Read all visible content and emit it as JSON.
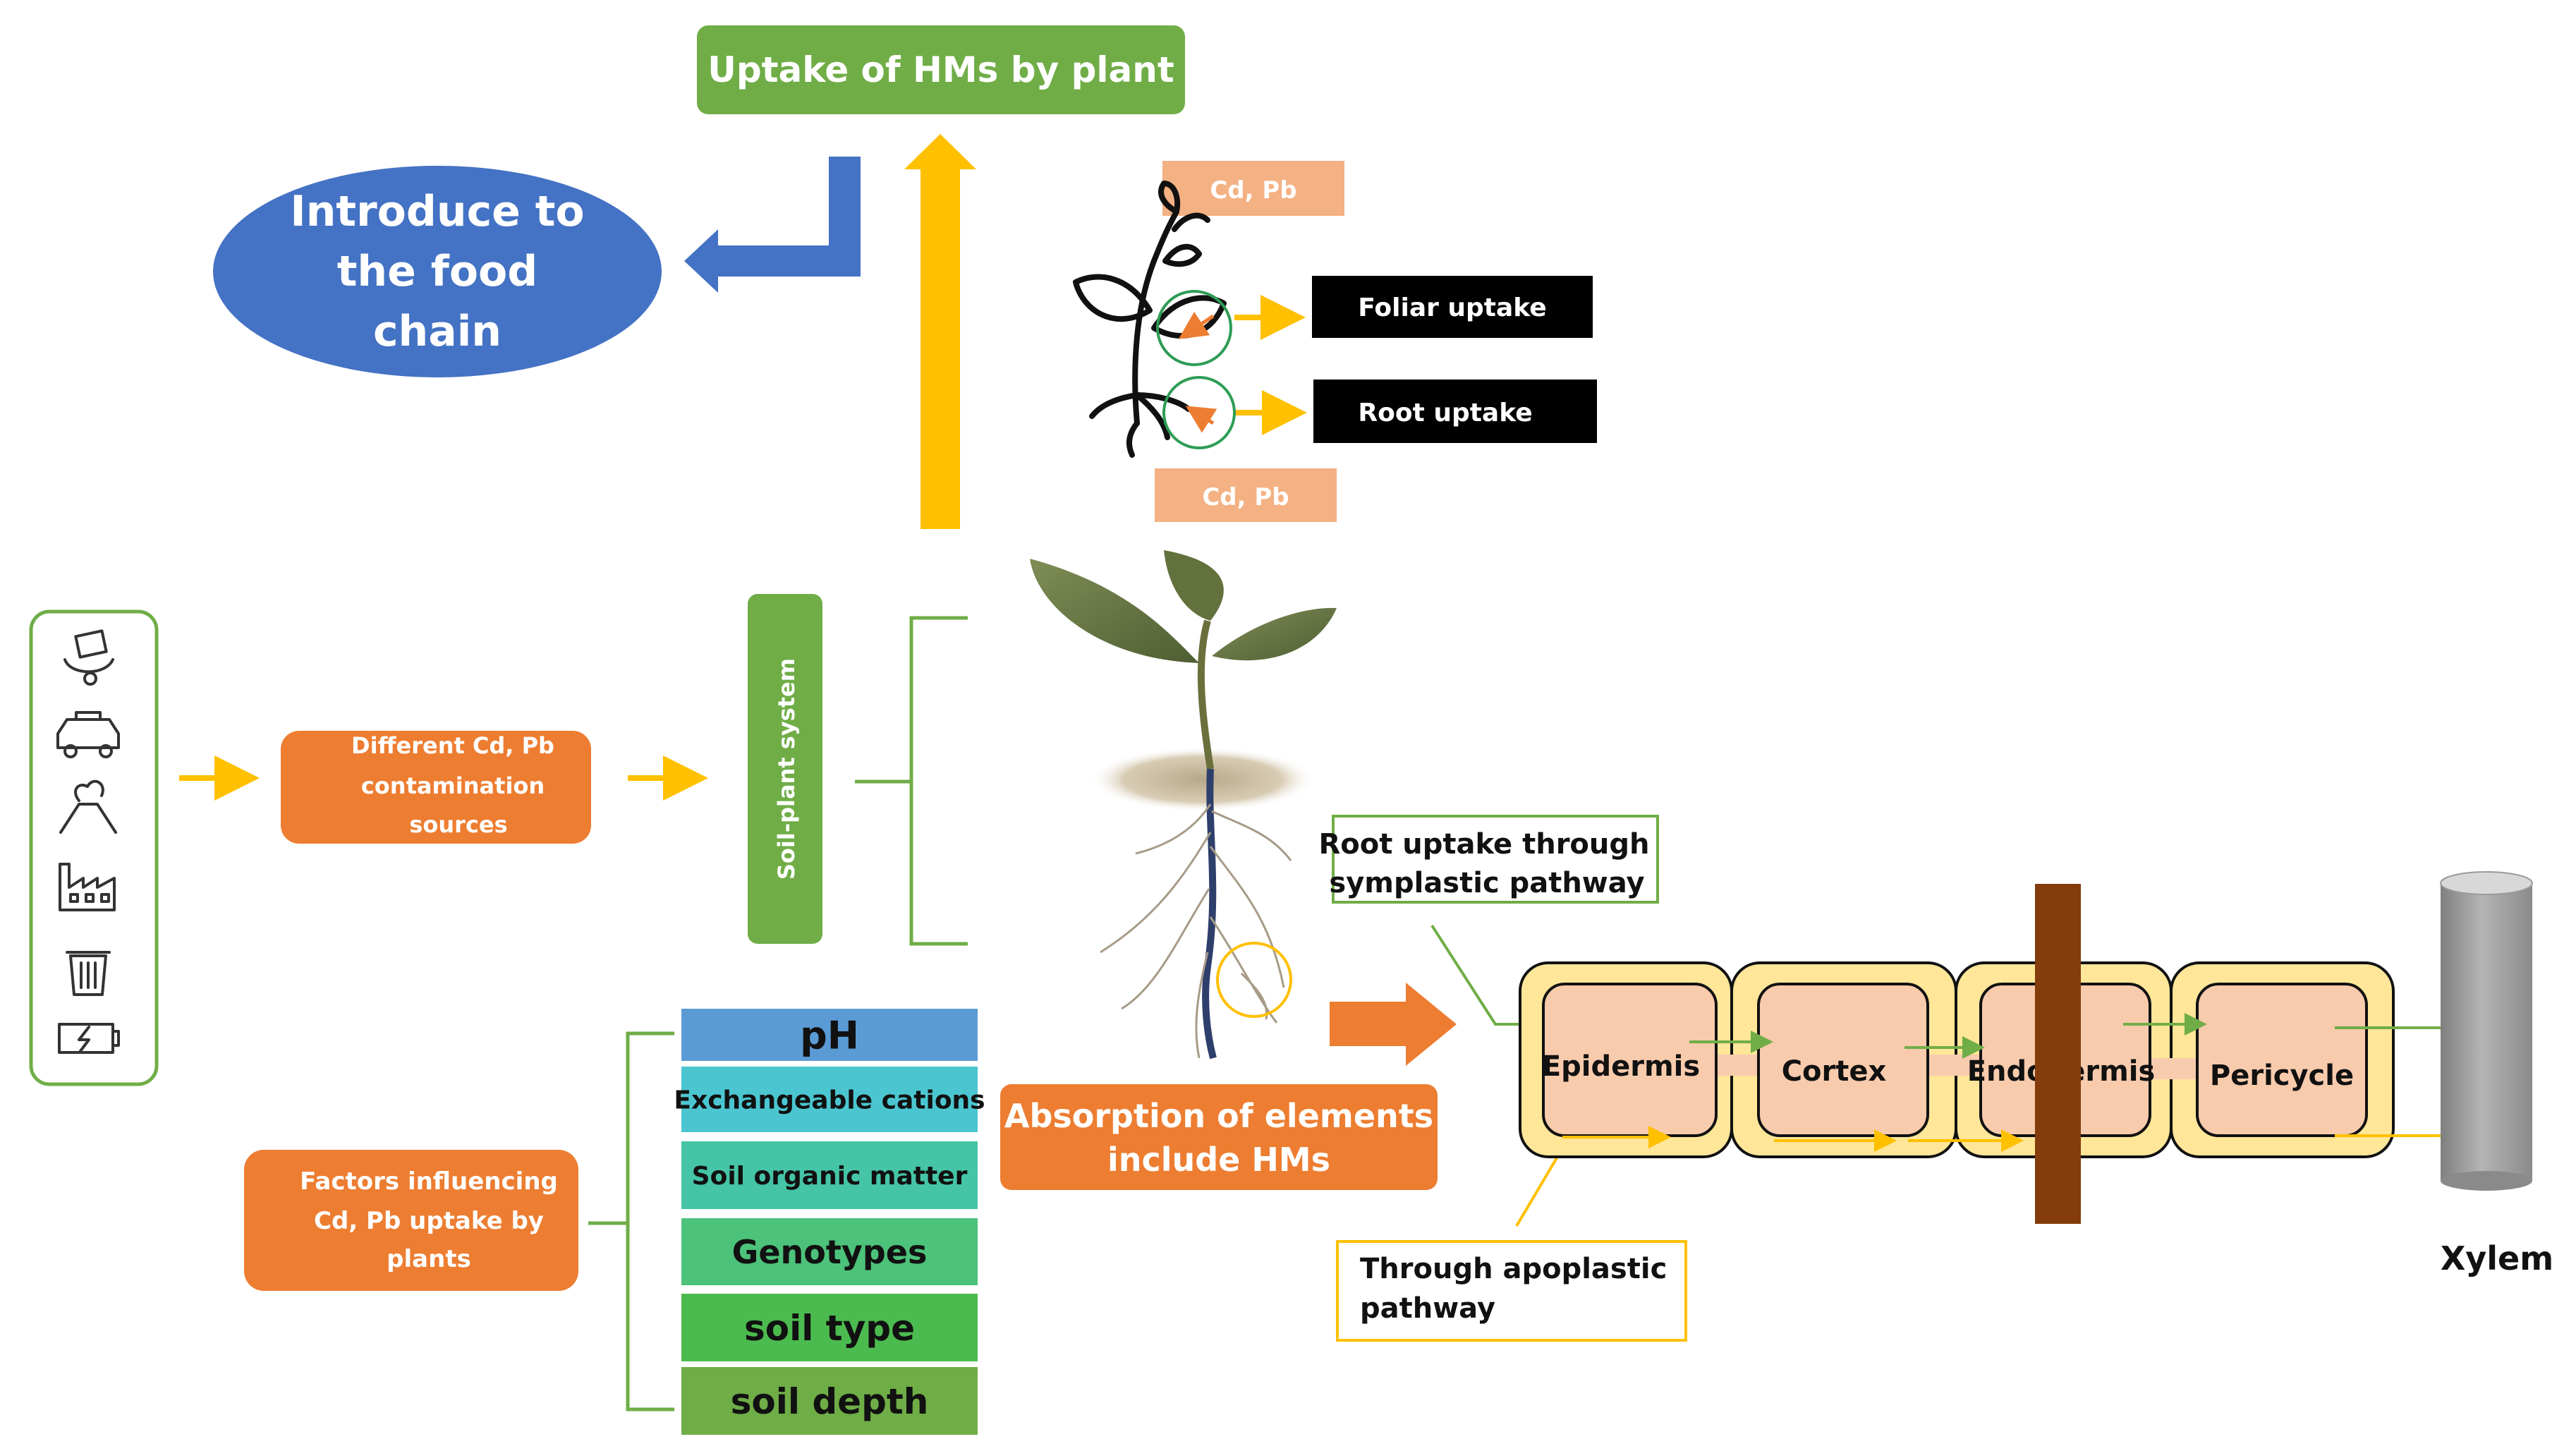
{
  "uptake_box": {
    "label": "Uptake of HMs by plant"
  },
  "food_chain": {
    "lines": [
      "Introduce to",
      "the food",
      "chain"
    ]
  },
  "cdpb_top": {
    "label": "Cd, Pb"
  },
  "cdpb_bottom": {
    "label": "Cd, Pb"
  },
  "foliar": {
    "label": "Foliar uptake"
  },
  "root": {
    "label": "Root uptake"
  },
  "sources_box": {
    "lines": [
      "Different Cd, Pb",
      "contamination",
      "sources"
    ]
  },
  "soil_plant": {
    "label": "Soil-plant system"
  },
  "source_icons": [
    "fertilizer-icon",
    "car-icon",
    "volcano-icon",
    "factory-icon",
    "trash-icon",
    "battery-icon"
  ],
  "factors_box": {
    "lines": [
      "Factors influencing",
      "Cd, Pb uptake by",
      "plants"
    ]
  },
  "factors": [
    {
      "label": "pH",
      "color": "#5b9bd5"
    },
    {
      "label": "Exchangeable cations",
      "color": "#4bc6d0"
    },
    {
      "label": "Soil organic matter",
      "color": "#45c4a6"
    },
    {
      "label": "Genotypes",
      "color": "#4cc27a"
    },
    {
      "label": "soil type",
      "color": "#4cbb4f"
    },
    {
      "label": "soil depth",
      "color": "#6fad47"
    }
  ],
  "absorption_box": {
    "lines": [
      "Absorption of elements",
      "include HMs"
    ]
  },
  "symplastic": {
    "lines": [
      "Root uptake through",
      "symplastic pathway"
    ]
  },
  "apoplastic": {
    "lines": [
      "Through  apoplastic",
      "pathway"
    ]
  },
  "cells": [
    "Epidermis",
    "Cortex",
    "Endodermis",
    "Pericycle"
  ],
  "xylem": {
    "label": "Xylem"
  },
  "colors": {
    "green_box": "#70ad47",
    "blue": "#4472c4",
    "yellow_arrow": "#ffc000",
    "orange": "#ed7d31",
    "salmon": "#f4b183",
    "cell_outer": "#ffe699",
    "cell_inner": "#f8cbad",
    "casparian": "#843c0c"
  }
}
